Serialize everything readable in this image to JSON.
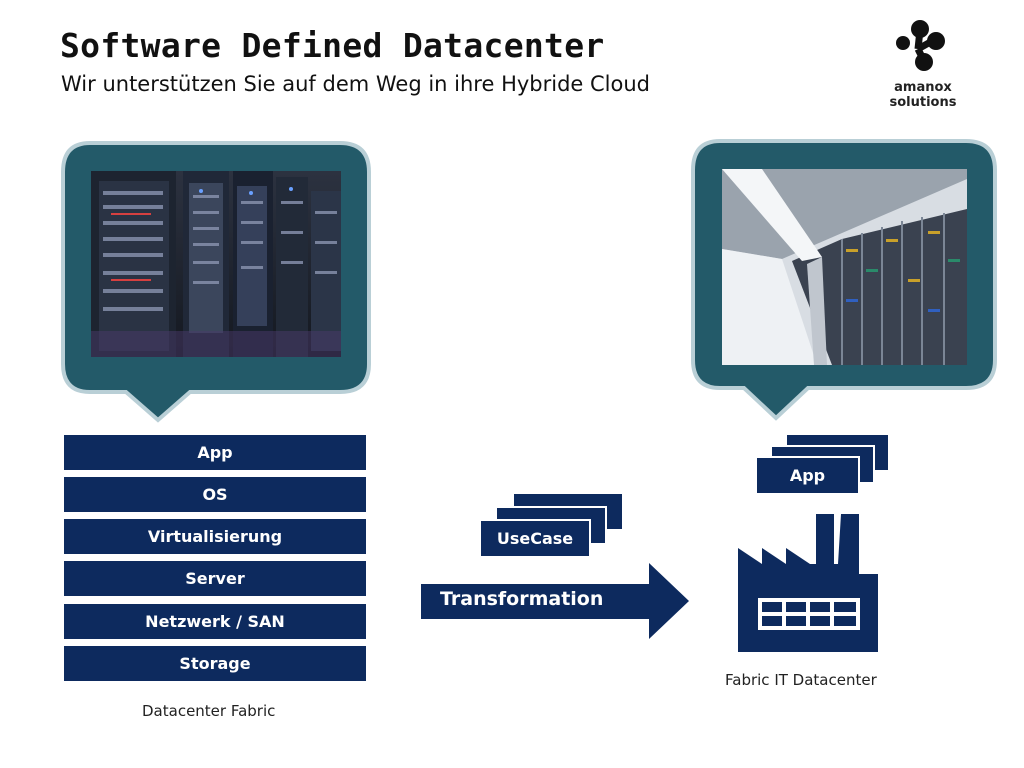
{
  "header": {
    "title": "Software Defined Datacenter",
    "subtitle": "Wir unterstützen Sie auf dem Weg in ihre Hybride Cloud"
  },
  "logo": {
    "text": "amanox solutions",
    "icon": "amanox-molecule-logo-icon"
  },
  "colors": {
    "navy": "#0d2a5e",
    "bubble": "#235a69",
    "bubble_border": "#b9cfd6"
  },
  "left": {
    "photo_icon": "server-rack-photo",
    "stack": [
      "App",
      "OS",
      "Virtualisierung",
      "Server",
      "Netzwerk / SAN",
      "Storage"
    ],
    "caption": "Datacenter Fabric"
  },
  "middle": {
    "usecase_label": "UseCase",
    "arrow_label": "Transformation"
  },
  "right": {
    "photo_icon": "datacenter-aisle-photo",
    "app_label": "App",
    "factory_icon": "factory-icon",
    "caption": "Fabric IT Datacenter"
  }
}
